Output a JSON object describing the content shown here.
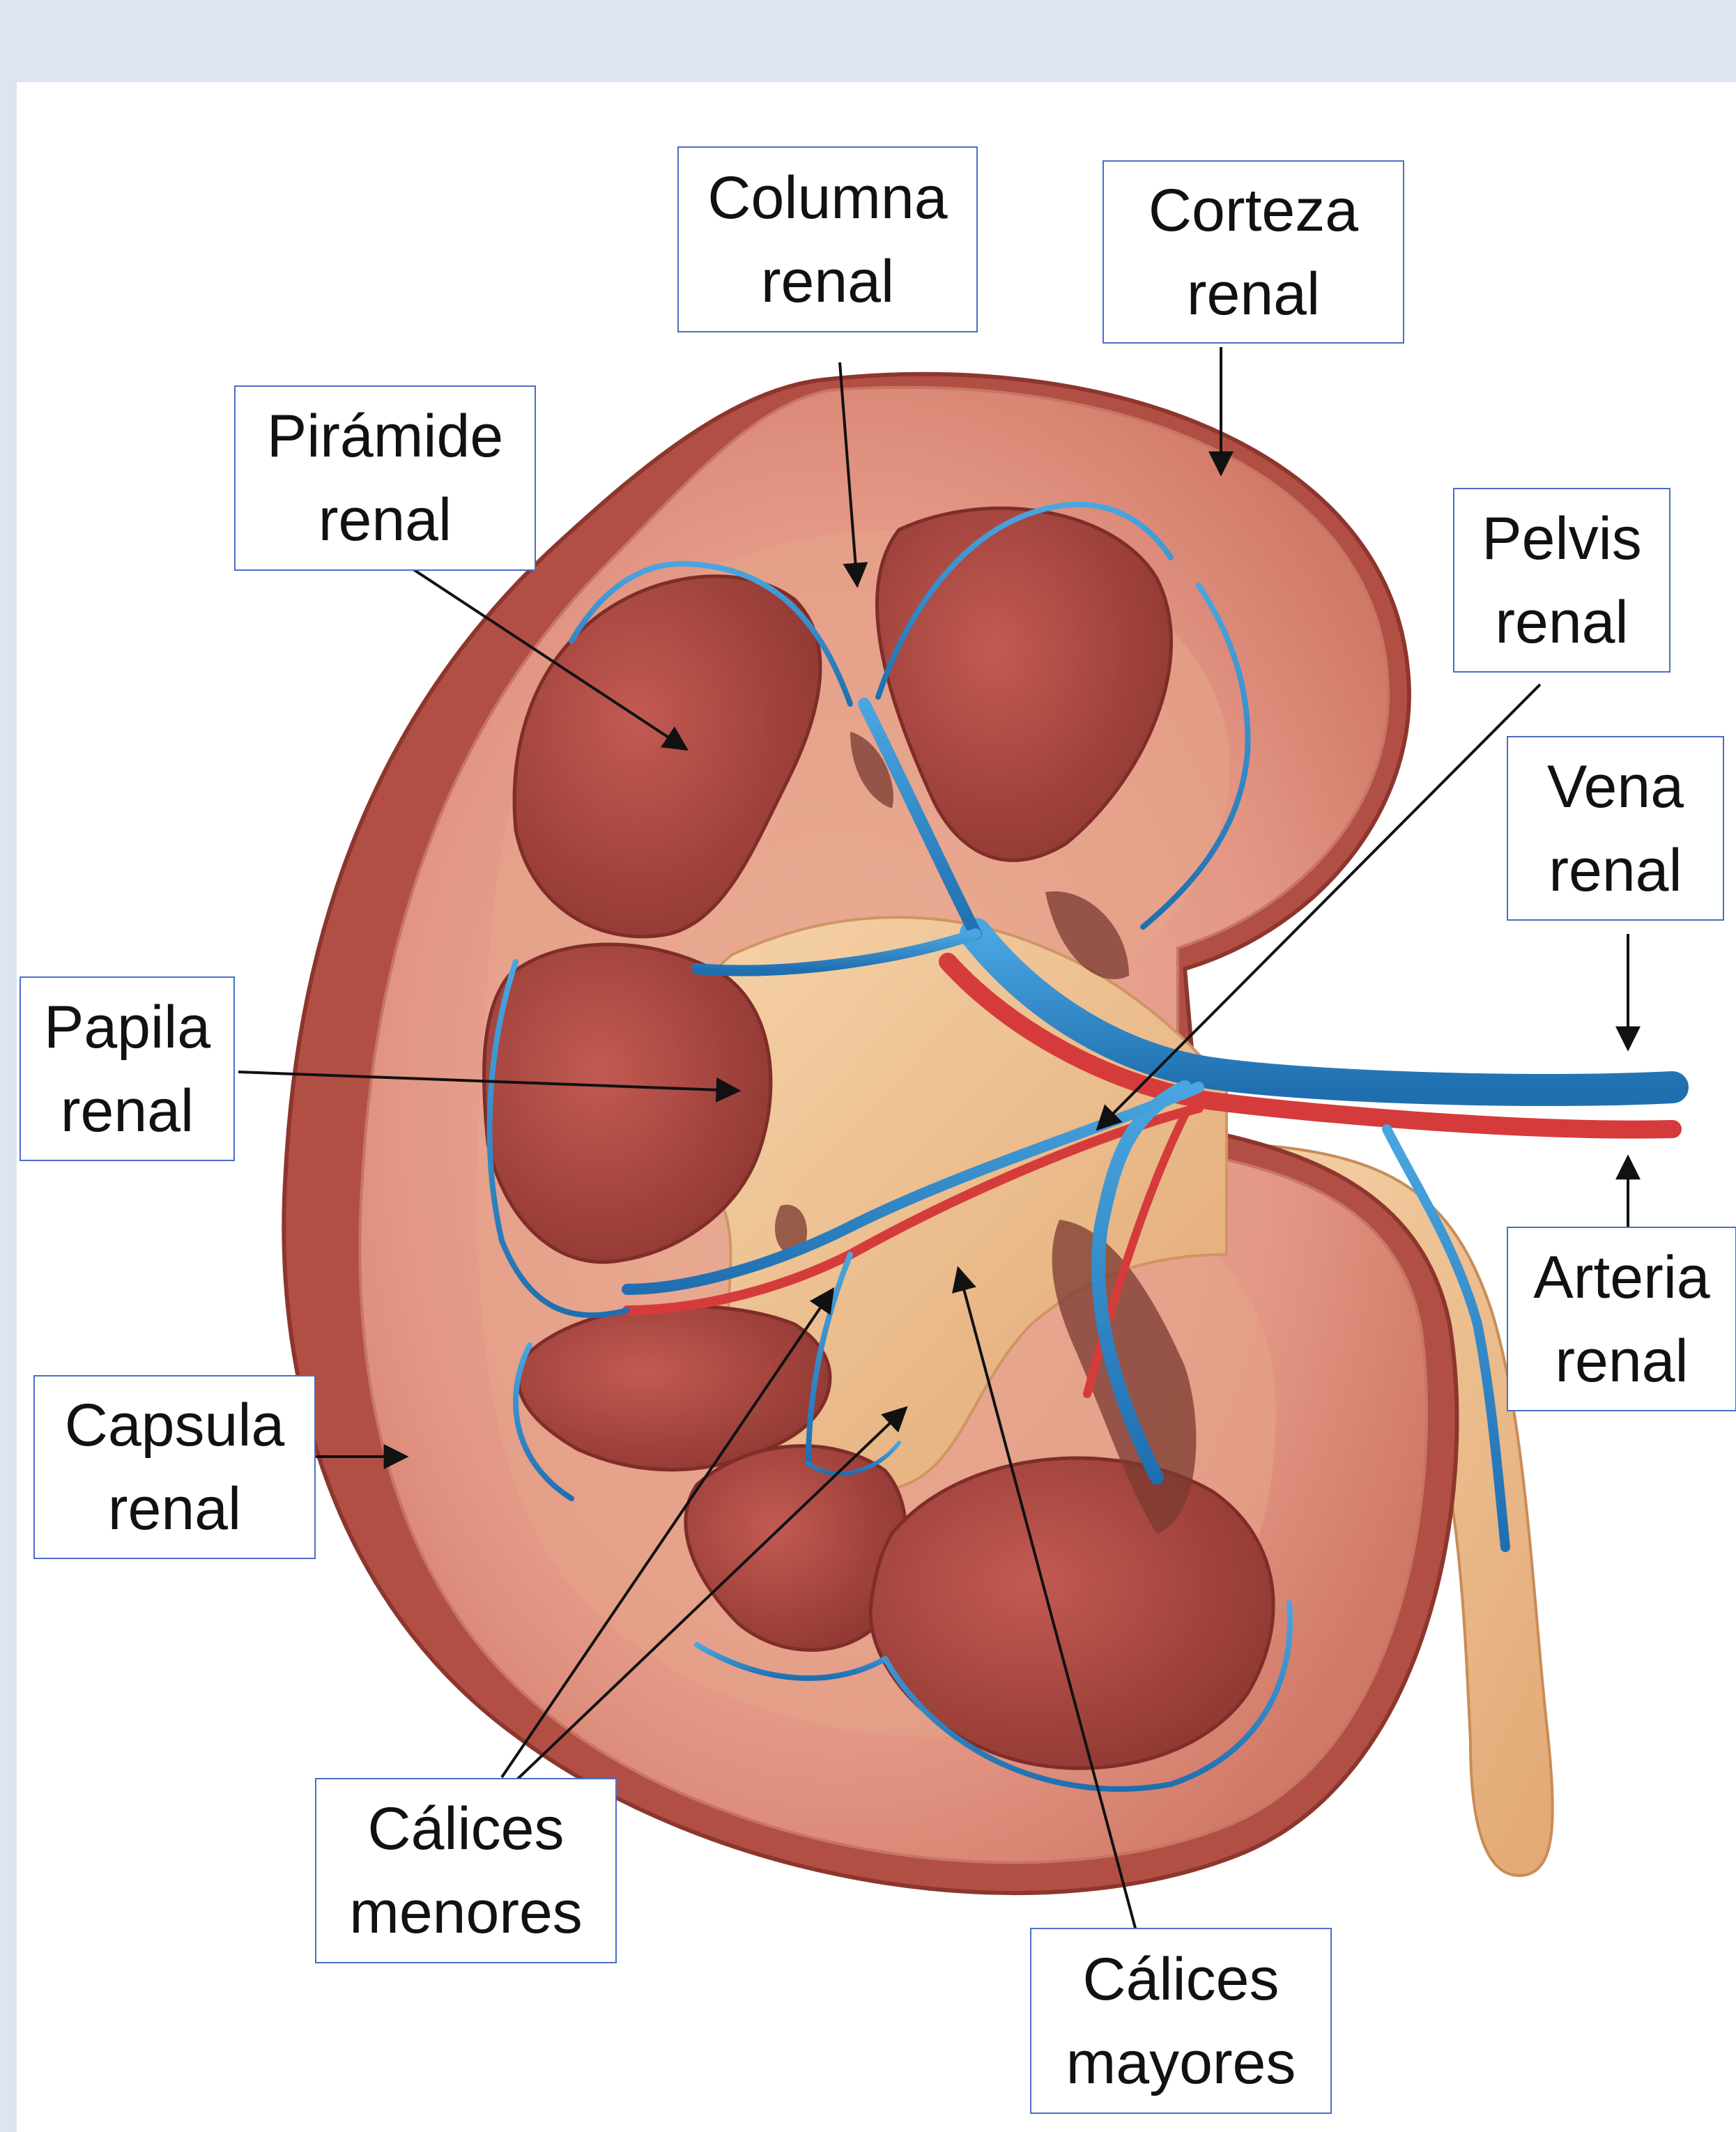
{
  "colors": {
    "frame_background": "#dde5f3",
    "label_border": "#4a6fc4",
    "cortex": "#e0917f",
    "capsule": "#b75146",
    "pyramid": "#a8453f",
    "pelvis": "#edc08f",
    "vein": "#2f8ccc",
    "artery": "#d63b3b"
  },
  "labels": {
    "columna_renal": {
      "line1": "Columna",
      "line2": "renal"
    },
    "corteza_renal": {
      "line1": "Corteza",
      "line2": "renal"
    },
    "piramide_renal": {
      "line1": "Pirámide",
      "line2": "renal"
    },
    "pelvis_renal": {
      "line1": "Pelvis",
      "line2": "renal"
    },
    "vena_renal": {
      "line1": "Vena",
      "line2": "renal"
    },
    "papila_renal": {
      "line1": "Papila",
      "line2": "renal"
    },
    "arteria_renal": {
      "line1": "Arteria",
      "line2": "renal"
    },
    "capsula_renal": {
      "line1": "Capsula",
      "line2": "renal"
    },
    "calices_menores": {
      "line1": "Cálices",
      "line2": "menores"
    },
    "calices_mayores": {
      "line1": "Cálices",
      "line2": "mayores"
    }
  }
}
